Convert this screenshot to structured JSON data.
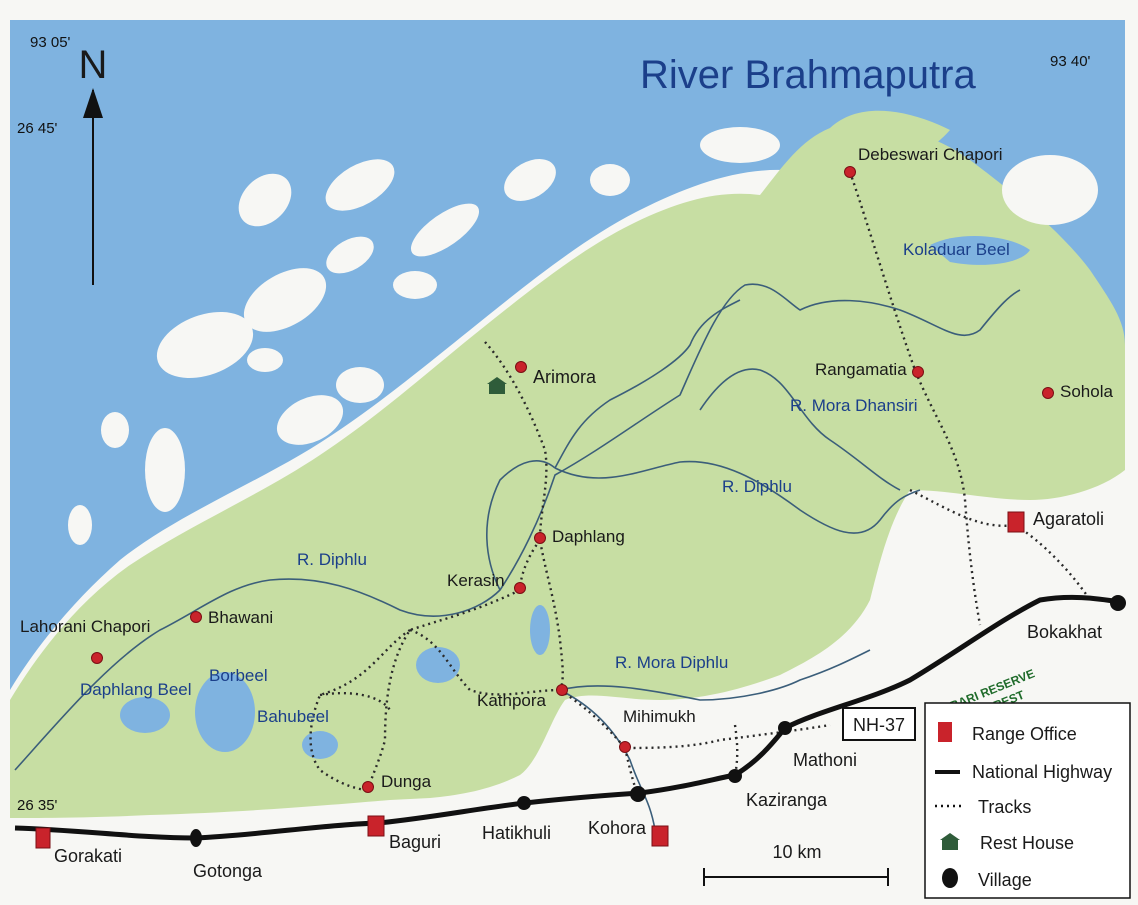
{
  "title": "River Brahmaputra",
  "north_label": "N",
  "coordinates": {
    "top_left_lon": "93 05'",
    "top_right_lon": "93 40'",
    "top_left_lat": "26 45'",
    "bottom_left_lat": "26 35'"
  },
  "colors": {
    "river": "#7fb3e0",
    "land": "#c7dea3",
    "outside": "#f7f7f4",
    "village_dot": "#c9232b",
    "range_office": "#c9232b",
    "water_text": "#1b3f8a",
    "forest_text": "#1f6b2a"
  },
  "places": {
    "debeswari_chapori": "Debeswari Chapori",
    "arimora": "Arimora",
    "rangamatia": "Rangamatia",
    "sohola": "Sohola",
    "daphlang": "Daphlang",
    "kerasin": "Kerasin",
    "bhawani": "Bhawani",
    "lahorani_chapori": "Lahorani Chapori",
    "kathpora": "Kathpora",
    "mihimukh": "Mihimukh",
    "dunga": "Dunga",
    "agaratoli": "Agaratoli",
    "bokakhat": "Bokakhat",
    "mathoni": "Mathoni",
    "kaziranga": "Kaziranga",
    "kohora": "Kohora",
    "hatikhuli": "Hatikhuli",
    "baguri": "Baguri",
    "gotonga": "Gotonga",
    "gorakati": "Gorakati"
  },
  "water_features": {
    "koladuar_beel": "Koladuar Beel",
    "r_mora_dhansiri": "R. Mora Dhansiri",
    "r_diphlu_east": "R. Diphlu",
    "r_diphlu_west": "R. Diphlu",
    "r_mora_diphlu": "R. Mora Diphlu",
    "borbeel": "Borbeel",
    "daphlang_beel": "Daphlang Beel",
    "bahubeel": "Bahubeel"
  },
  "forest_label": {
    "line1": "PANBARI RESERVE",
    "line2": "FOREST"
  },
  "highway_label": "NH-37",
  "scale_label": "10 km",
  "legend": {
    "items": [
      {
        "icon": "range-office-icon",
        "label": "Range Office"
      },
      {
        "icon": "national-highway-icon",
        "label": "National Highway"
      },
      {
        "icon": "tracks-icon",
        "label": "Tracks"
      },
      {
        "icon": "rest-house-icon",
        "label": "Rest House"
      },
      {
        "icon": "village-icon",
        "label": "Village"
      }
    ]
  }
}
